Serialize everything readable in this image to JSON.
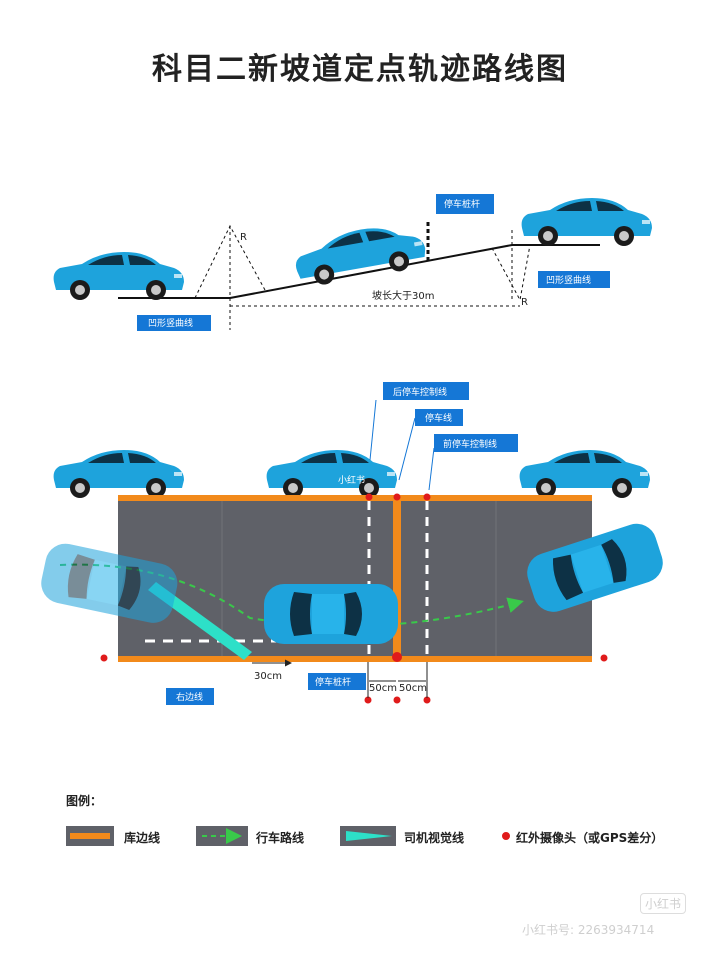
{
  "title": "科目二新坡道定点轨迹路线图",
  "slope": {
    "r_top": "R",
    "r_bottom": "R",
    "tag_stop_pole": "停车桩杆",
    "tag_concave_right": "凹形竖曲线",
    "tag_concave_left": "凹形竖曲线",
    "slope_length": "坡长大于30m"
  },
  "plan": {
    "tag_rear_control": "后停车控制线",
    "tag_stop_line": "停车线",
    "tag_front_control": "前停车控制线",
    "tag_right_edge": "右边线",
    "tag_stop_pole": "停车桩杆",
    "dist_30": "30cm",
    "dist_50a": "50cm",
    "dist_50b": "50cm",
    "car_watermark": "小红书"
  },
  "legend": {
    "title": "图例：",
    "items": [
      "库边线",
      "行车路线",
      "司机视觉线",
      "红外摄像头（或GPS差分）"
    ]
  },
  "watermark": {
    "logo": "小红书",
    "account": "小红书号: 2263934714"
  },
  "colors": {
    "car": "#1ea3dc",
    "car_dark": "#0b6f9c",
    "tag": "#1577d6",
    "road": "#5f6168",
    "border": "#f28a1b",
    "camera": "#e01b1b",
    "route": "#39c94a",
    "sight": "#2de0c8"
  }
}
